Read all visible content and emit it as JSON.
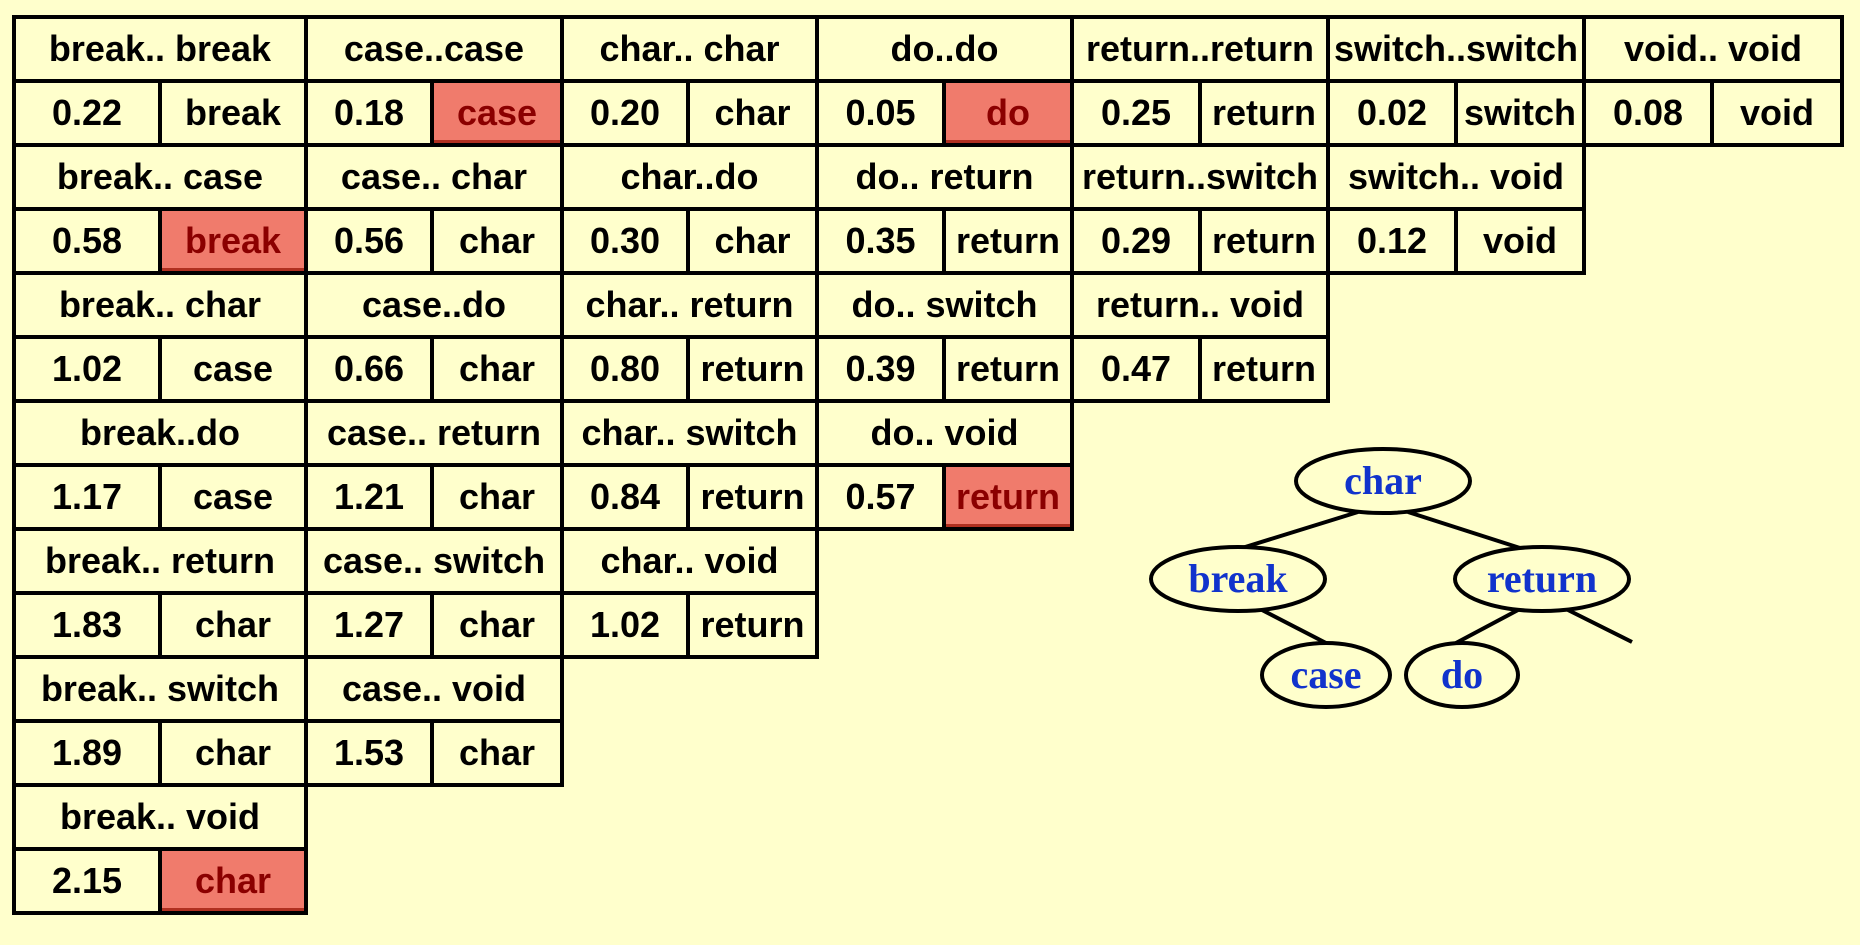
{
  "columns": [
    {
      "pairs": [
        {
          "label": "break.. break",
          "cost": "0.22",
          "root": "break",
          "highlight": false
        },
        {
          "label": "break.. case",
          "cost": "0.58",
          "root": "break",
          "highlight": true
        },
        {
          "label": "break.. char",
          "cost": "1.02",
          "root": "case",
          "highlight": false
        },
        {
          "label": "break..do",
          "cost": "1.17",
          "root": "case",
          "highlight": false
        },
        {
          "label": "break.. return",
          "cost": "1.83",
          "root": "char",
          "highlight": false
        },
        {
          "label": "break.. switch",
          "cost": "1.89",
          "root": "char",
          "highlight": false
        },
        {
          "label": "break.. void",
          "cost": "2.15",
          "root": "char",
          "highlight": true
        }
      ]
    },
    {
      "pairs": [
        {
          "label": "case..case",
          "cost": "0.18",
          "root": "case",
          "highlight": true
        },
        {
          "label": "case.. char",
          "cost": "0.56",
          "root": "char",
          "highlight": false
        },
        {
          "label": "case..do",
          "cost": "0.66",
          "root": "char",
          "highlight": false
        },
        {
          "label": "case.. return",
          "cost": "1.21",
          "root": "char",
          "highlight": false
        },
        {
          "label": "case.. switch",
          "cost": "1.27",
          "root": "char",
          "highlight": false
        },
        {
          "label": "case.. void",
          "cost": "1.53",
          "root": "char",
          "highlight": false
        }
      ]
    },
    {
      "pairs": [
        {
          "label": "char.. char",
          "cost": "0.20",
          "root": "char",
          "highlight": false
        },
        {
          "label": "char..do",
          "cost": "0.30",
          "root": "char",
          "highlight": false
        },
        {
          "label": "char.. return",
          "cost": "0.80",
          "root": "return",
          "highlight": false
        },
        {
          "label": "char.. switch",
          "cost": "0.84",
          "root": "return",
          "highlight": false
        },
        {
          "label": "char.. void",
          "cost": "1.02",
          "root": "return",
          "highlight": false
        }
      ]
    },
    {
      "pairs": [
        {
          "label": "do..do",
          "cost": "0.05",
          "root": "do",
          "highlight": true
        },
        {
          "label": "do.. return",
          "cost": "0.35",
          "root": "return",
          "highlight": false
        },
        {
          "label": "do.. switch",
          "cost": "0.39",
          "root": "return",
          "highlight": false
        },
        {
          "label": "do.. void",
          "cost": "0.57",
          "root": "return",
          "highlight": true
        }
      ]
    },
    {
      "pairs": [
        {
          "label": "return..return",
          "cost": "0.25",
          "root": "return",
          "highlight": false
        },
        {
          "label": "return..switch",
          "cost": "0.29",
          "root": "return",
          "highlight": false
        },
        {
          "label": "return.. void",
          "cost": "0.47",
          "root": "return",
          "highlight": false
        }
      ]
    },
    {
      "pairs": [
        {
          "label": "switch..switch",
          "cost": "0.02",
          "root": "switch",
          "highlight": false
        },
        {
          "label": "switch.. void",
          "cost": "0.12",
          "root": "void",
          "highlight": false
        }
      ]
    },
    {
      "pairs": [
        {
          "label": "void.. void",
          "cost": "0.08",
          "root": "void",
          "highlight": false
        }
      ]
    }
  ],
  "tree": {
    "nodes": [
      {
        "id": "char",
        "label": "char"
      },
      {
        "id": "break",
        "label": "break"
      },
      {
        "id": "return",
        "label": "return"
      },
      {
        "id": "case",
        "label": "case"
      },
      {
        "id": "do",
        "label": "do"
      }
    ],
    "edges": [
      {
        "from": "char",
        "to": "break"
      },
      {
        "from": "char",
        "to": "return"
      },
      {
        "from": "break",
        "to": "case"
      },
      {
        "from": "return",
        "to": "do"
      },
      {
        "from": "return",
        "to": null
      }
    ]
  },
  "colors": {
    "background": "#FFFFCC",
    "highlight_fill": "#F07B6C",
    "highlight_text": "#8B0000",
    "tree_text": "#1133CC"
  }
}
